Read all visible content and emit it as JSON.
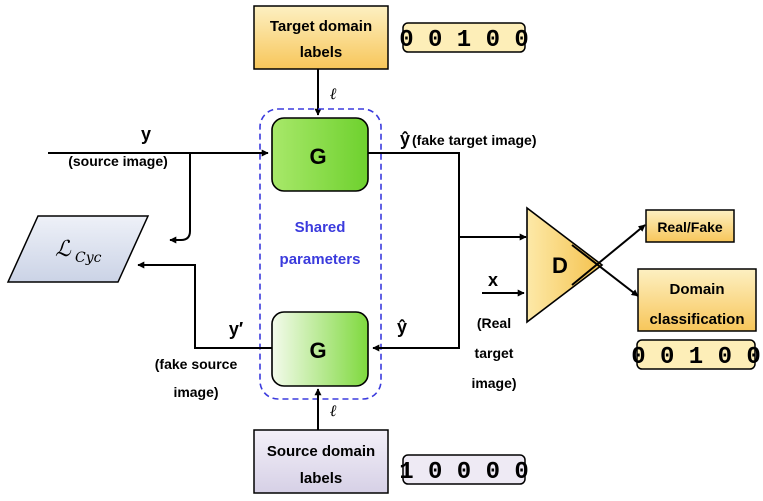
{
  "target_labels": {
    "line1": "Target  domain",
    "line2": "labels",
    "code": "0 0 1 0 0",
    "ell": "ℓ"
  },
  "source_labels": {
    "line1": "Source domain",
    "line2": "labels",
    "code": "1 0 0 0 0",
    "ell": "ℓ"
  },
  "generator_top": {
    "label": "G"
  },
  "generator_bottom": {
    "label": "G"
  },
  "shared": {
    "line1": "Shared",
    "line2": "parameters"
  },
  "source_image": {
    "symbol": "y",
    "caption": "(source image)"
  },
  "fake_target": {
    "symbol": "ŷ",
    "caption": "(fake target image)"
  },
  "y_hat_return": {
    "symbol": "ŷ"
  },
  "fake_source": {
    "symbol": "y′",
    "caption_line1": "(fake source",
    "caption_line2": "image)"
  },
  "loss": {
    "main": "ℒ",
    "sub": "Cyc"
  },
  "discriminator": {
    "label": "D"
  },
  "real_input": {
    "symbol": "x",
    "line1": "(Real",
    "line2": "target",
    "line3": "image)"
  },
  "real_fake": {
    "label": "Real/Fake"
  },
  "domain_cls": {
    "line1": "Domain",
    "line2": "classification",
    "code": "0 0 1 0 0"
  },
  "colors": {
    "gen_top": "#79d63a",
    "gen_light": "#f2fbe9",
    "label_box": "#fde7a6",
    "label_box_dark": "#f7c95a",
    "code_box": "#fdeeb8",
    "source_box": "#e6e2f0",
    "source_code_box": "#eeeaf4",
    "dashed": "#3b3bdd",
    "shared_text": "#3b3bdd",
    "loss_fill": "#dfe5f1"
  }
}
